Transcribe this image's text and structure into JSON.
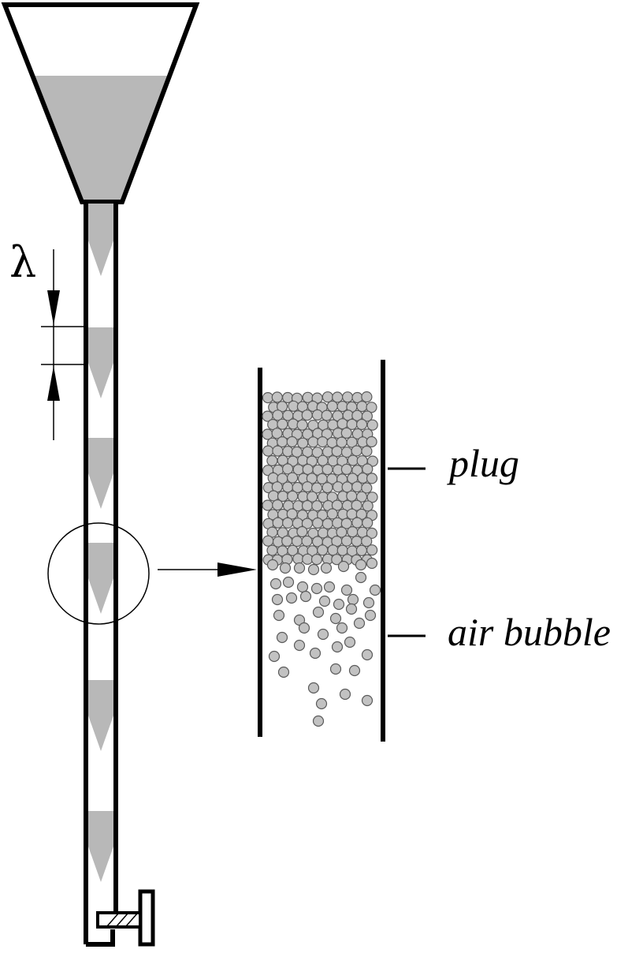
{
  "labels": {
    "wavelength_symbol": "λ",
    "plug": "plug",
    "air_bubble": "air bubble"
  },
  "colors": {
    "stroke": "#000000",
    "fill_grey": "#b8b8b8",
    "grain_fill": "#c2c2c2",
    "grain_stroke": "#5a5a5a",
    "background": "#ffffff"
  }
}
